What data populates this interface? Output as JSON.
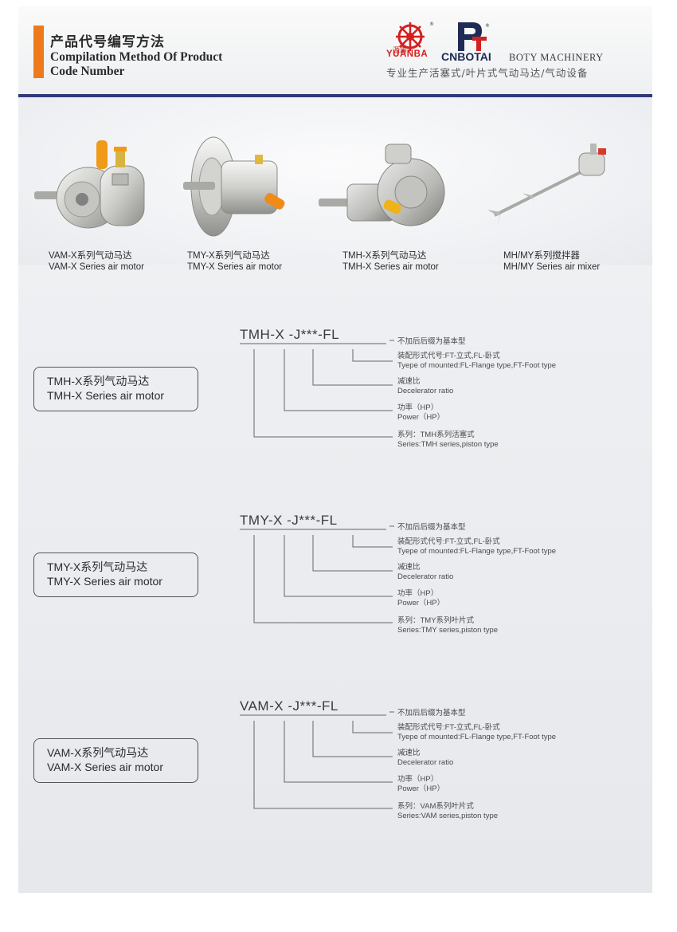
{
  "header": {
    "title_cn": "产品代号编写方法",
    "title_en_1": "Compilation Method Of Product",
    "title_en_2": "Code Number",
    "brand1": "YUANBA",
    "brand1_cn": "源霸",
    "brand2": "CNBOTAI",
    "brand3": "BOTY MACHINERY",
    "tagline": "专业生产活塞式/叶片式气动马达/气动设备",
    "accent_color": "#ef7a1c",
    "rule_color": "#2f3a78"
  },
  "products": [
    {
      "cn": "VAM-X系列气动马达",
      "en": "VAM-X Series air motor"
    },
    {
      "cn": "TMY-X系列气动马达",
      "en": "TMY-X Series air motor"
    },
    {
      "cn": "TMH-X系列气动马达",
      "en": "TMH-X Series air motor"
    },
    {
      "cn": "MH/MY系列搅拌器",
      "en": "MH/MY Series air mixer"
    }
  ],
  "sections": [
    {
      "label_cn": "TMH-X系列气动马达",
      "label_en": "TMH-X Series air motor",
      "code_prefix": "TMH-X",
      "code_suffix": "-J***-FL",
      "d1": "不加后后缀为基本型",
      "d2a": "装配形式代号:FT-立式,FL-卧式",
      "d2b": "Tyepe of mounted:FL-Flange type,FT-Foot type",
      "d3a": "减速比",
      "d3b": "Decelerator ratio",
      "d4a": "功率（HP）",
      "d4b": "Power（HP）",
      "d5a": "系列：TMH系列活塞式",
      "d5b": "Series:TMH series,piston type"
    },
    {
      "label_cn": "TMY-X系列气动马达",
      "label_en": "TMY-X Series air motor",
      "code_prefix": "TMY-X",
      "code_suffix": "-J***-FL",
      "d1": "不加后后缀为基本型",
      "d2a": "装配形式代号:FT-立式,FL-卧式",
      "d2b": "Tyepe of mounted:FL-Flange type,FT-Foot type",
      "d3a": "减速比",
      "d3b": "Decelerator ratio",
      "d4a": "功率（HP）",
      "d4b": "Power（HP）",
      "d5a": "系列：TMY系列叶片式",
      "d5b": "Series:TMY series,piston type"
    },
    {
      "label_cn": "VAM-X系列气动马达",
      "label_en": "VAM-X Series air motor",
      "code_prefix": "VAM-X",
      "code_suffix": "-J***-FL",
      "d1": "不加后后缀为基本型",
      "d2a": "装配形式代号:FT-立式,FL-卧式",
      "d2b": "Tyepe of mounted:FL-Flange type,FT-Foot type",
      "d3a": "减速比",
      "d3b": "Decelerator ratio",
      "d4a": "功率（HP）",
      "d4b": "Power（HP）",
      "d5a": "系列：VAM系列叶片式",
      "d5b": "Series:VAM series,piston type"
    }
  ]
}
